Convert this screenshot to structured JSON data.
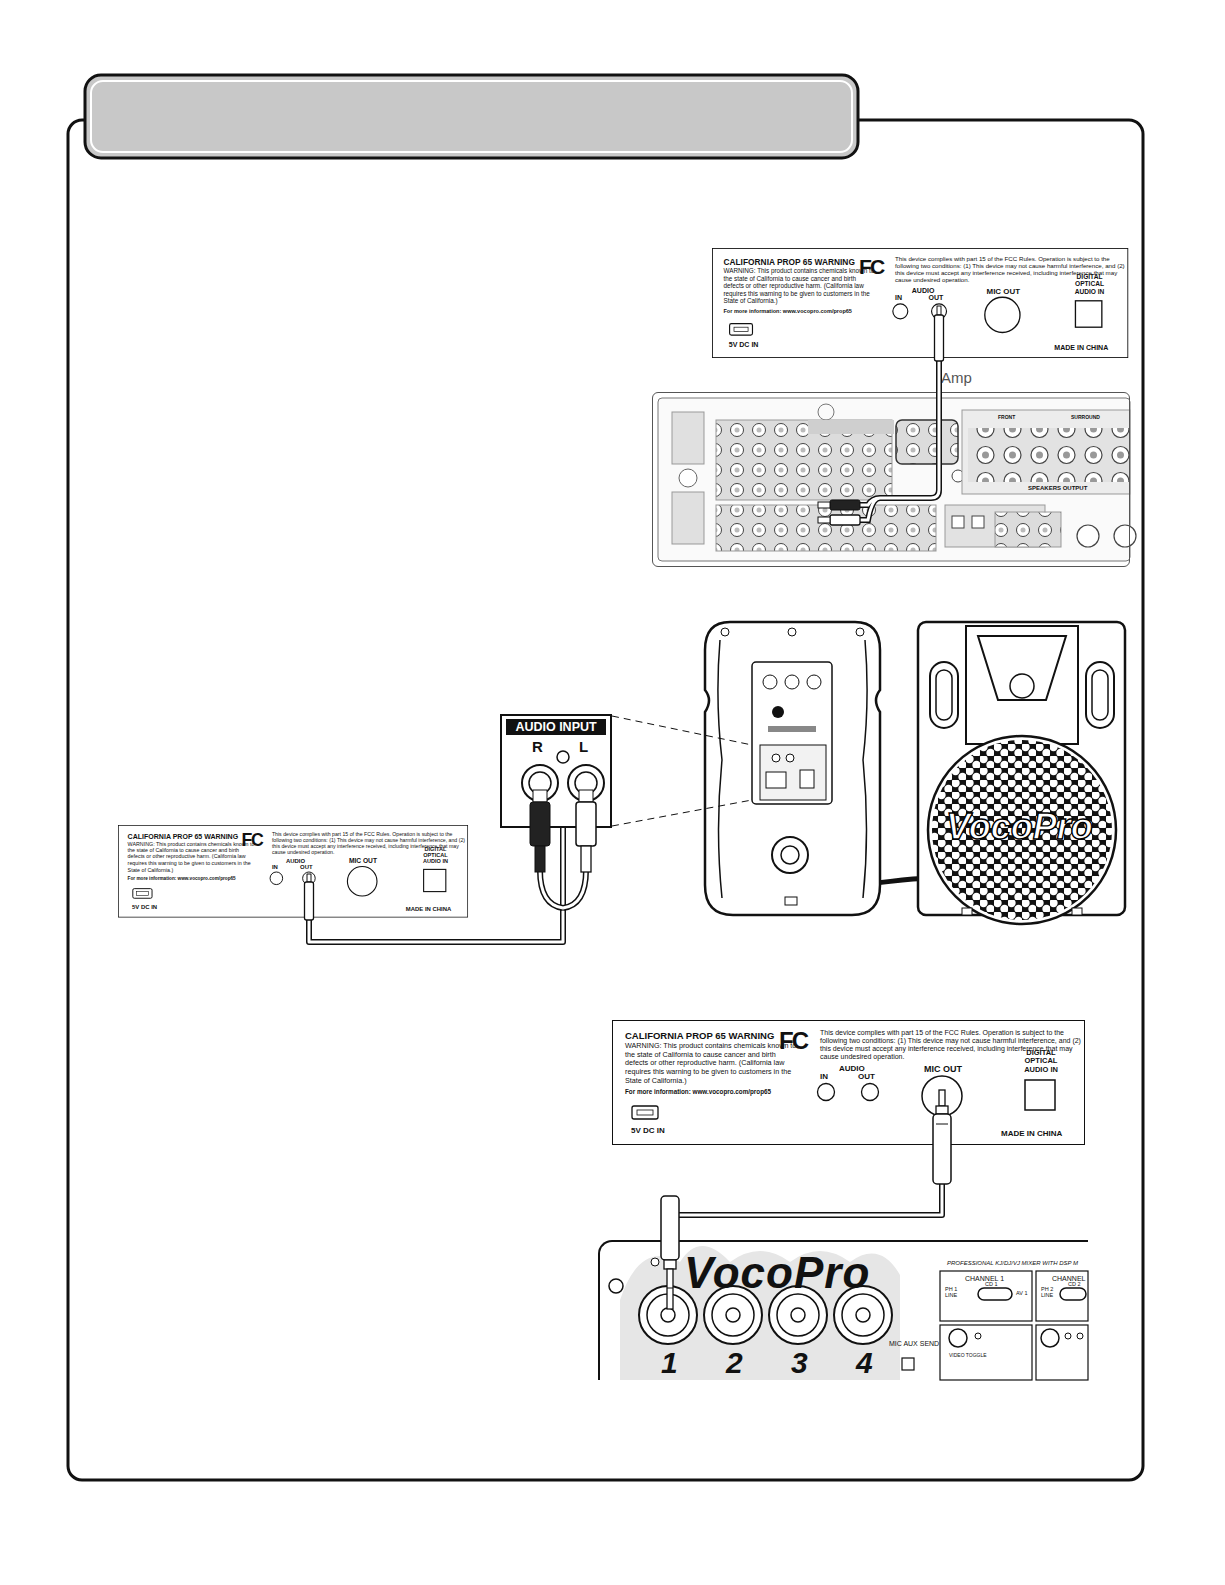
{
  "diagram": {
    "nodes": [
      {
        "text": [
          "CALIFORNIA PROP 65 WARNING",
          "WARNING: This product contains chemicals known to the state of California to cause cancer and birth defects or other reproductive harm. (California law requires this warning to be given to customers in the State of California.)",
          "For more information: www.vocopro.com/prop65",
          "FC",
          "This device complies with part 15 of the FCC Rules. Operation is subject to the following two conditions: (1) This device may not cause harmful interference, and (2) this device must accept any interference received, including interference that may cause undesired operation.",
          "AUDIO",
          "IN",
          "OUT",
          "MIC OUT",
          "DIGITAL OPTICAL AUDIO IN",
          "5V DC IN",
          "MADE IN CHINA"
        ]
      },
      {
        "text": [
          "Amp",
          "FRONT",
          "SURROUND",
          "SPEAKERS OUTPUT"
        ]
      },
      {
        "text": [
          "CALIFORNIA PROP 65 WARNING",
          "WARNING: This product contains chemicals known to the state of California to cause cancer and birth defects or other reproductive harm. (California law requires this warning to be given to customers in the State of California.)",
          "For more information: www.vocopro.com/prop65",
          "FC",
          "This device complies with part 15 of the FCC Rules. Operation is subject to the following two conditions: (1) This device may not cause harmful interference, and (2) this device must accept any interference received, including interference that may cause undesired operation.",
          "AUDIO",
          "IN",
          "OUT",
          "MIC OUT",
          "DIGITAL OPTICAL AUDIO IN",
          "5V DC IN",
          "MADE IN CHINA"
        ]
      },
      {
        "text": [
          "AUDIO INPUT",
          "R",
          "L"
        ]
      },
      {
        "text": [
          "CALIFORNIA PROP 65 WARNING",
          "WARNING: This product contains chemicals known to the state of California to cause cancer and birth defects or other reproductive harm. (California law requires this warning to be given to customers in the State of California.)",
          "For more information: www.vocopro.com/prop65",
          "FC",
          "This device complies with part 15 of the FCC Rules. Operation is subject to the following two conditions: (1) This device may not cause harmful interference, and (2) this device must accept any interference received, including interference that may cause undesired operation.",
          "AUDIO",
          "IN",
          "OUT",
          "MIC OUT",
          "DIGITAL OPTICAL AUDIO IN",
          "5V DC IN",
          "MADE IN CHINA"
        ]
      },
      {
        "text": [
          "VocoPro",
          "PROFESSIONAL KJ/DJ/VJ MIXER WITH DSP M",
          "CHANNEL 1",
          "CHANNEL",
          "PH 1 LINE",
          "CD 1",
          "AV 1",
          "PH 2 LINE",
          "CD 2",
          "MIC AUX SEND",
          "VIDEO TOGGLE",
          "1",
          "2",
          "3",
          "4"
        ]
      }
    ],
    "edges": [
      {
        "from": 0,
        "to": 1,
        "arrow": "none"
      },
      {
        "from": 2,
        "to": 3,
        "arrow": "none"
      },
      {
        "from": 4,
        "to": 5,
        "arrow": "none"
      }
    ],
    "labels": [
      "VocoPro"
    ]
  }
}
